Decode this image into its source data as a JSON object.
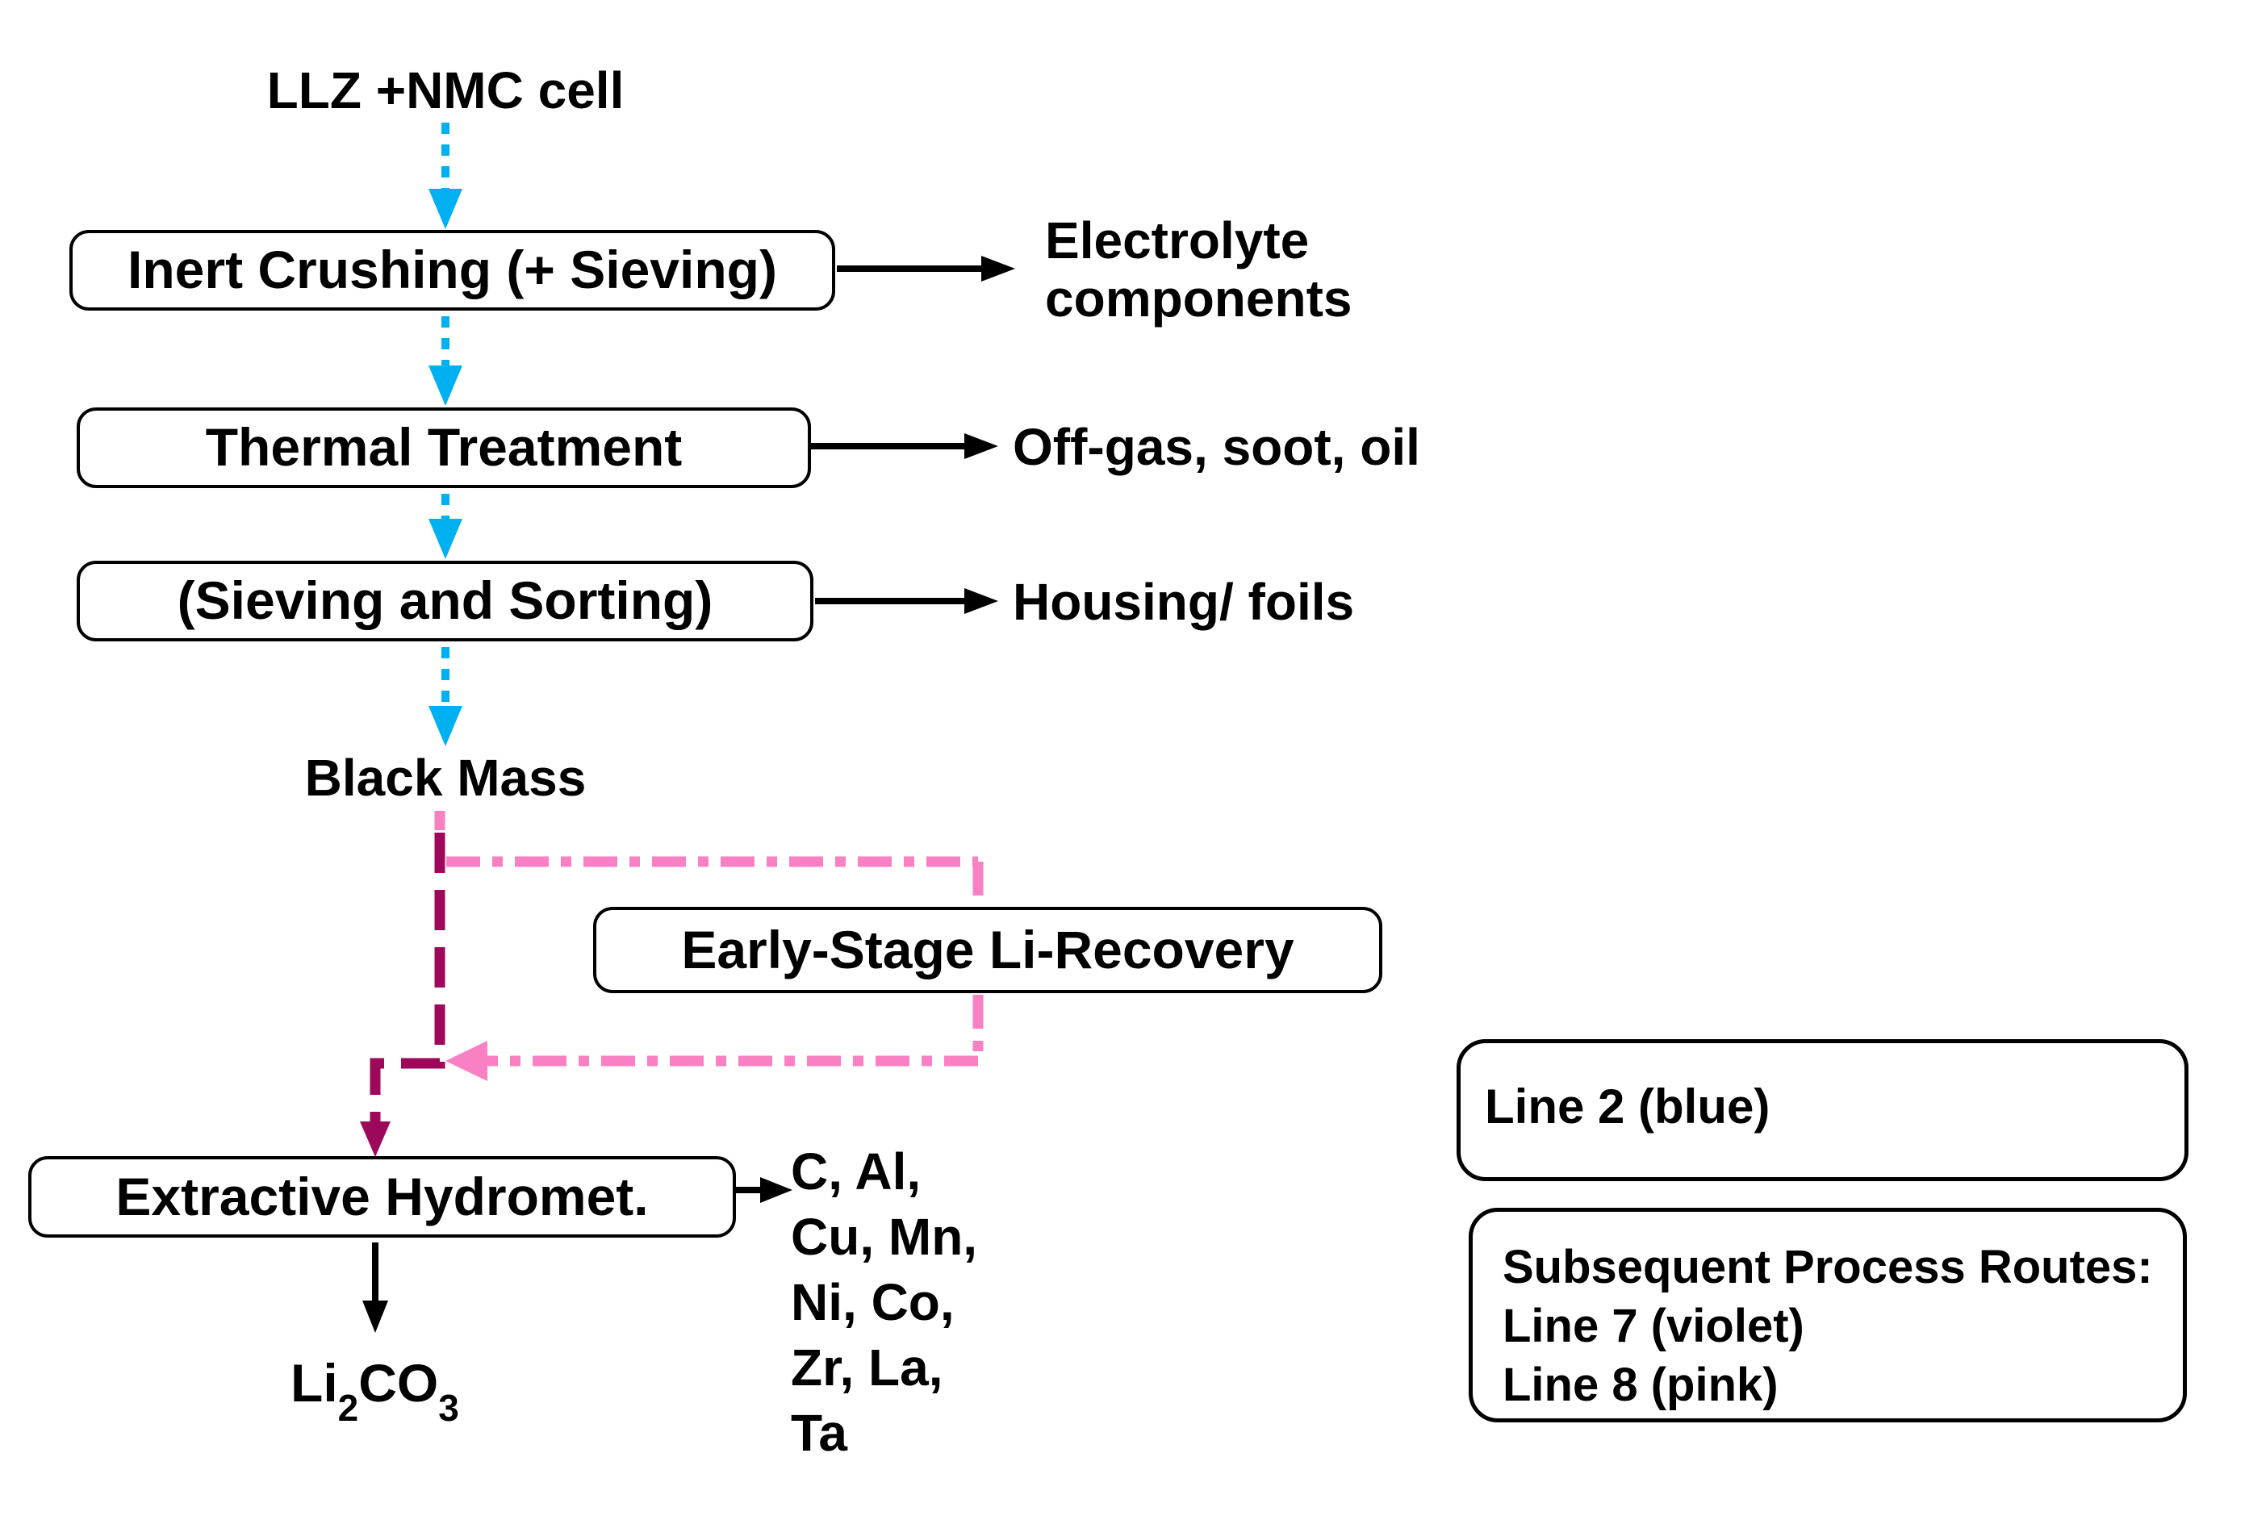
{
  "figure": {
    "type": "process-flowchart",
    "source_label": "LLZ +NMC cell",
    "steps": [
      {
        "label": "Inert Crushing (+ Sieving)",
        "output": "Electrolyte\ncomponents"
      },
      {
        "label": "Thermal Treatment",
        "output": "Off-gas, soot, oil"
      },
      {
        "label": "(Sieving and Sorting)",
        "output": "Housing/ foils"
      }
    ],
    "intermediate_label": "Black Mass",
    "li_recovery_label": "Early-Stage Li-Recovery",
    "hydromet_label": "Extractive Hydromet.",
    "hydromet_output": "C, Al,\nCu, Mn,\nNi, Co,\nZr, La,\nTa",
    "product_formula": {
      "el1": "Li",
      "sub1": "2",
      "el2": "CO",
      "sub2": "3"
    }
  },
  "legend": {
    "box1": {
      "label": "Line 2 (blue)"
    },
    "box2": {
      "title": "Subsequent Process Routes:",
      "line7": "Line 7 (violet)",
      "line8": "Line 8 (pink)",
      "combined": "Subsequent Process Routes:\nLine 7 (violet)\nLine 8 (pink)"
    }
  },
  "colors": {
    "line2_blue": "#00B0F0",
    "line7_violet": "#9D085A",
    "line8_pink": "#FA80C4",
    "ink": "#000000"
  }
}
